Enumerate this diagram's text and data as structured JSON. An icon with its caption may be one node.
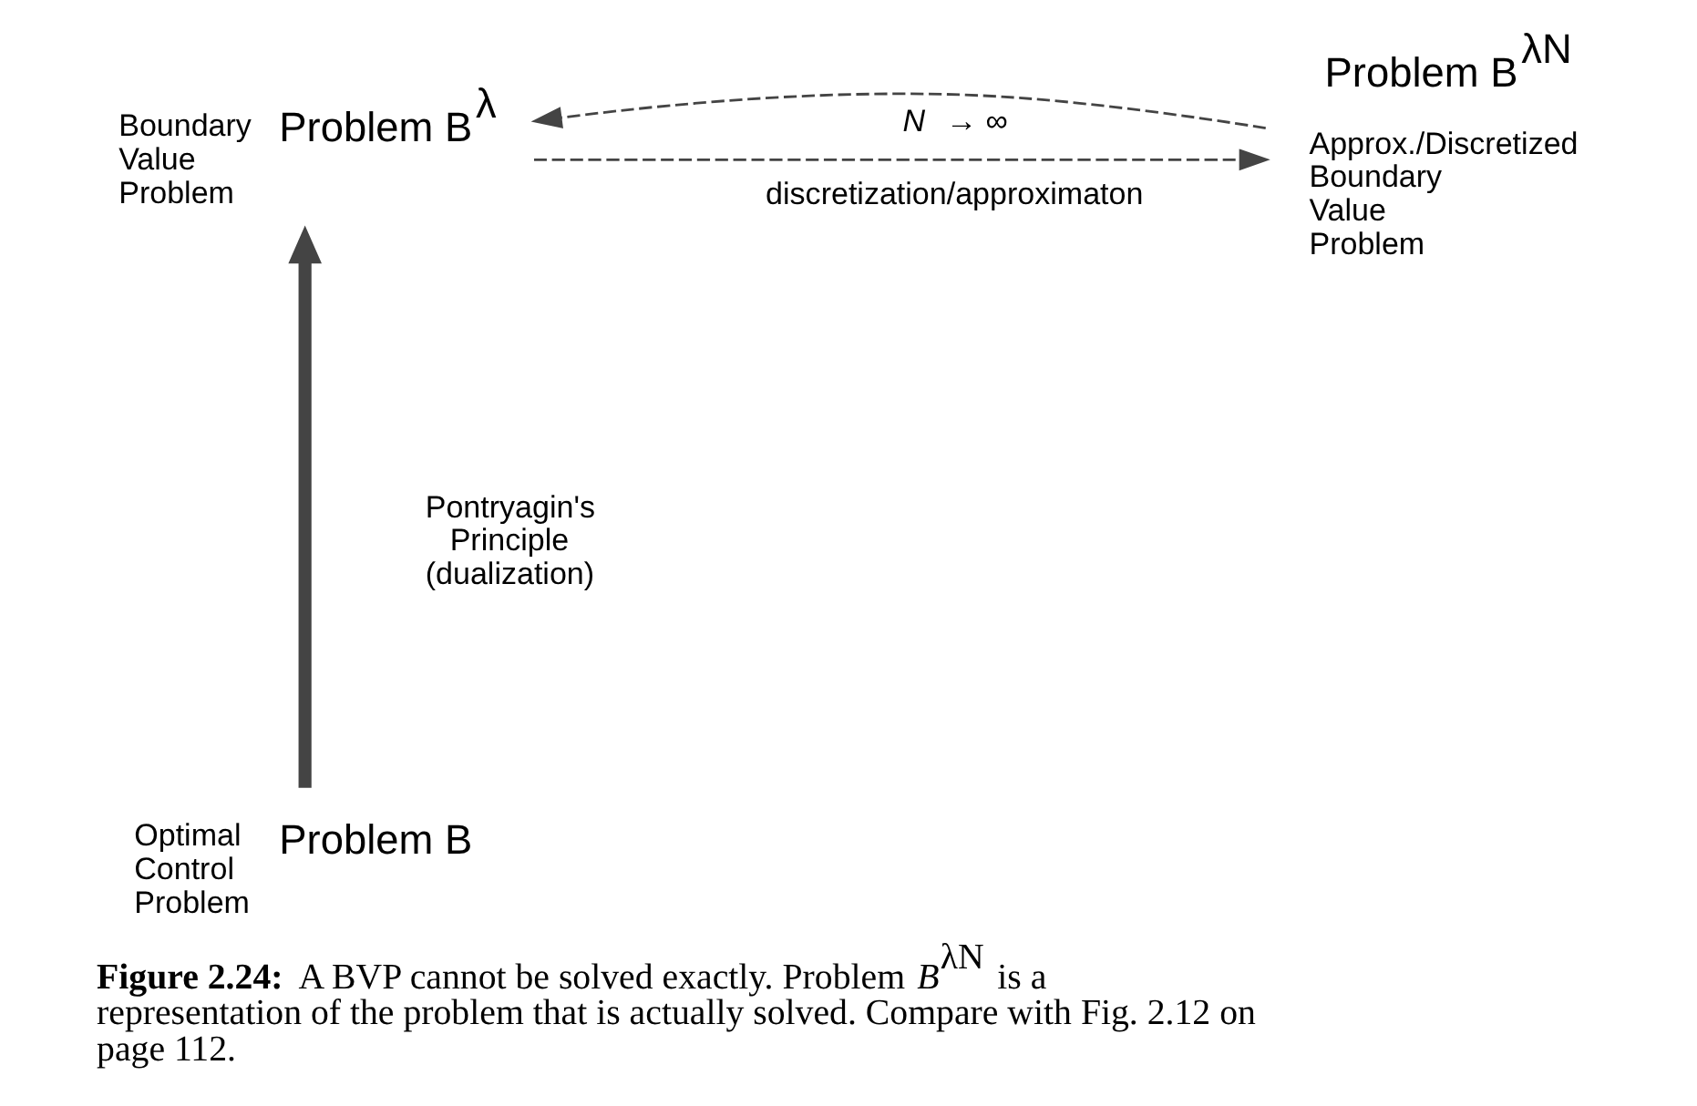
{
  "diagram": {
    "caption": "**Figure 2.24:** A BVP cannot be solved exactly. Problem *B*$^{λN}$ is a representation of the problem that is actually solved. Compare with Fig. 2.12 on page 112.",
    "nodes": [
      {
        "text": [
          "Problem B$^{λ}$"
        ],
        "beside": [
          "Boundary Value Problem"
        ]
      },
      {
        "text": [
          "Problem B$^{λN}$"
        ],
        "beside": [
          "Approx./Discretized Boundary Value Problem"
        ]
      },
      {
        "text": [
          "Problem B"
        ],
        "beside": [
          "Optimal Control Problem"
        ]
      }
    ],
    "edges": [
      {
        "from": 0,
        "to": 1,
        "arrow": "to",
        "style": "dashed",
        "label": "discretization/approximaton"
      },
      {
        "from": 1,
        "to": 0,
        "arrow": "to",
        "style": "dashed",
        "label": "*N* → ∞"
      },
      {
        "from": 2,
        "to": 0,
        "arrow": "to",
        "style": "thick",
        "label": "Pontryagin's Principle (dualization)"
      }
    ]
  }
}
